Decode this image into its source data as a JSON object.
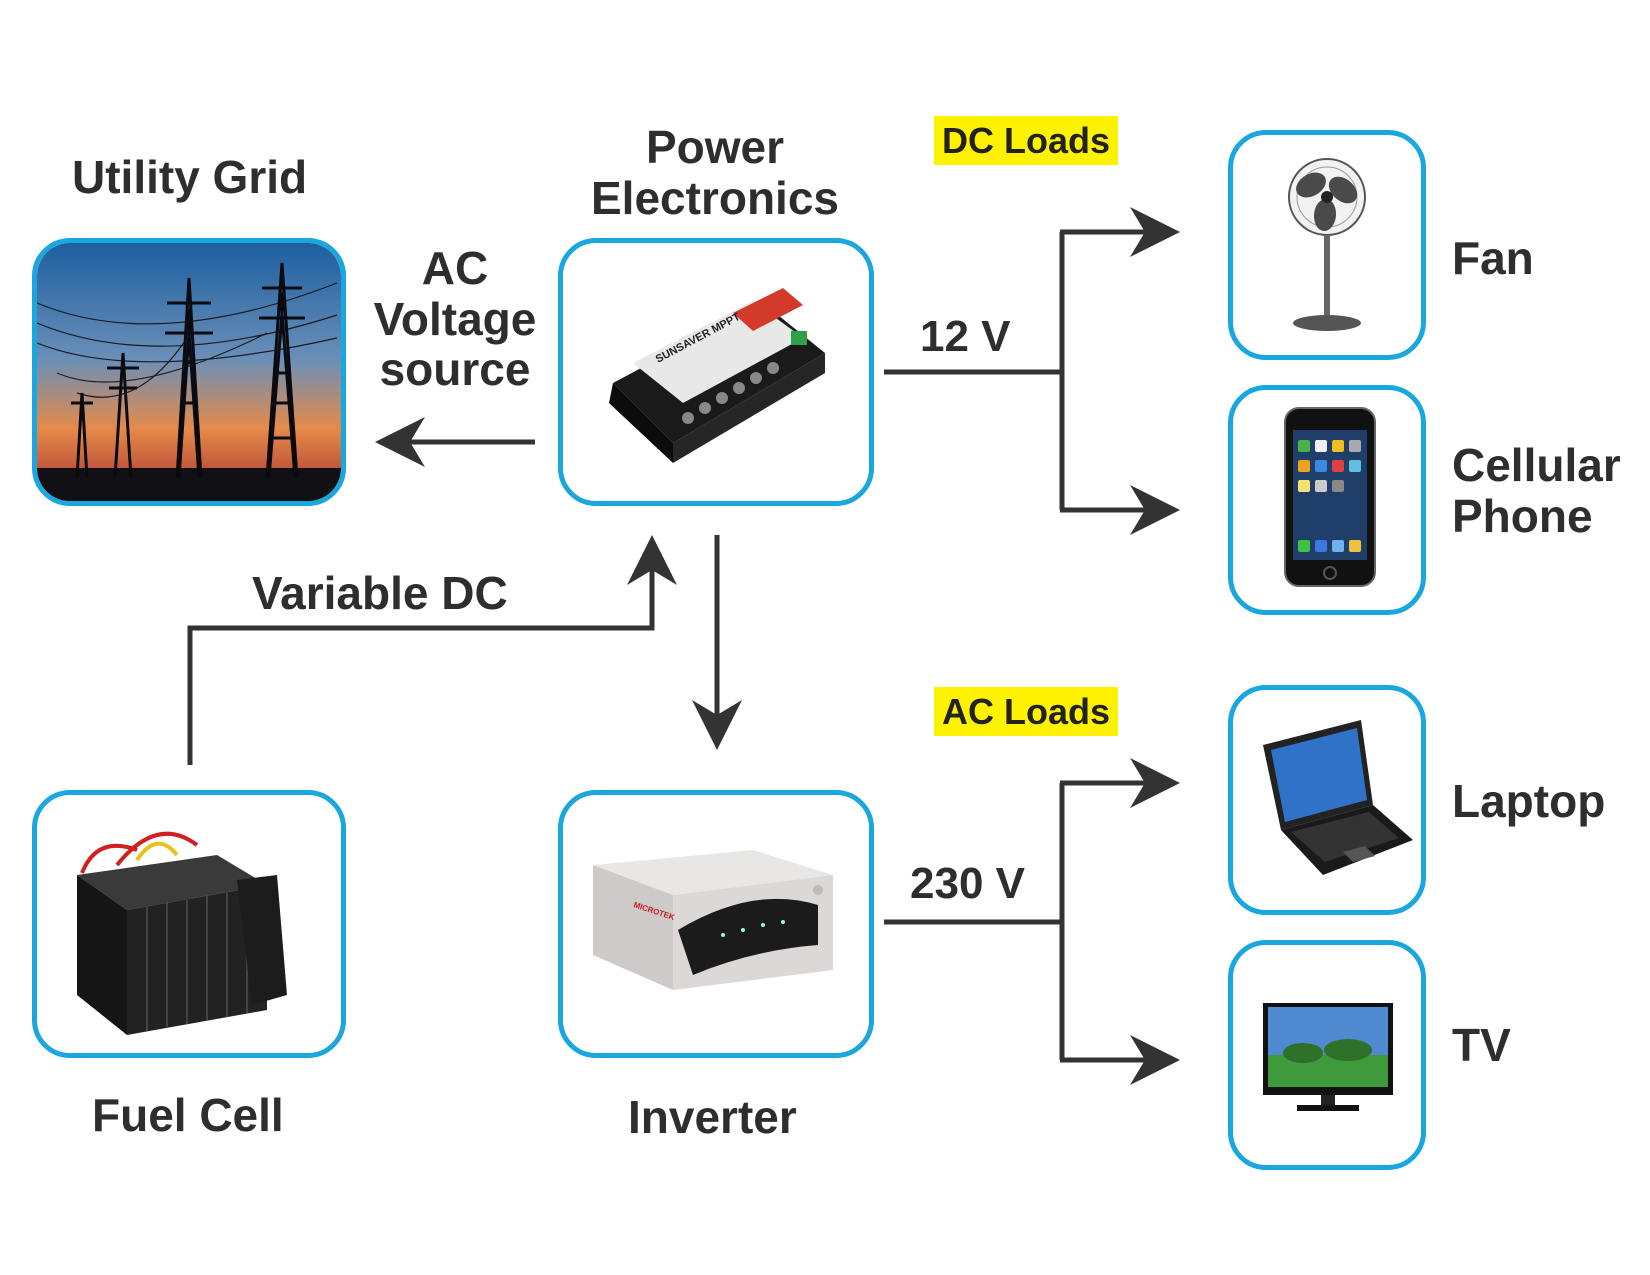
{
  "labels": {
    "utility_grid": "Utility Grid",
    "power_electronics_1": "Power",
    "power_electronics_2": "Electronics",
    "ac_source_1": "AC",
    "ac_source_2": "Voltage",
    "ac_source_3": "source",
    "variable_dc": "Variable DC",
    "fuel_cell": "Fuel Cell",
    "inverter": "Inverter",
    "dc_loads": "DC Loads",
    "ac_loads": "AC Loads",
    "v12": "12 V",
    "v230": "230 V",
    "fan": "Fan",
    "phone_1": "Cellular",
    "phone_2": "Phone",
    "laptop": "Laptop",
    "tv": "TV"
  },
  "device_text": {
    "controller_brand": "SUNSAVER MPPT",
    "inverter_brand": "MICROTEK"
  },
  "colors": {
    "box_border": "#1aa7e0",
    "tag_bg": "#fff200",
    "line": "#333333"
  },
  "icons": [
    "power-tower-icon",
    "charge-controller-icon",
    "fuel-cell-icon",
    "inverter-icon",
    "fan-icon",
    "phone-icon",
    "laptop-icon",
    "tv-icon"
  ]
}
